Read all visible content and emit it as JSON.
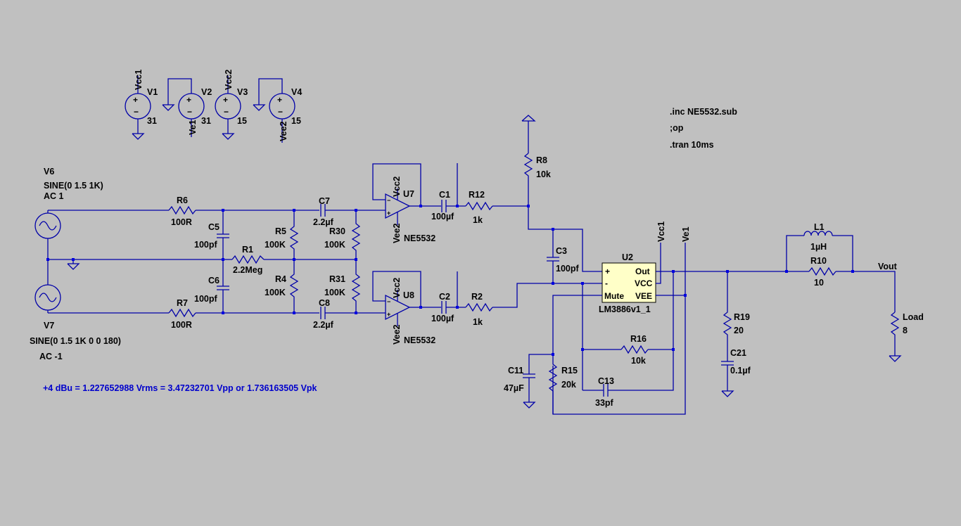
{
  "sources": {
    "v1": {
      "name": "V1",
      "value": "31",
      "net": "Vcc1"
    },
    "v2": {
      "name": "V2",
      "value": "31",
      "net": "Ve1"
    },
    "v3": {
      "name": "V3",
      "value": "15",
      "net": "Vcc2"
    },
    "v4": {
      "name": "V4",
      "value": "15",
      "net": "Vee2"
    },
    "v6": {
      "name": "V6",
      "line1": "SINE(0 1.5 1K)",
      "line2": "AC 1"
    },
    "v7": {
      "name": "V7",
      "line1": "SINE(0 1.5 1K 0 0 180)",
      "line2": "AC -1"
    }
  },
  "directives": {
    "inc": ".inc NE5532.sub",
    "op": ";op",
    "tran": ".tran 10ms"
  },
  "note": "+4 dBu = 1.227652988 Vrms = 3.47232701 Vpp or 1.736163505 Vpk",
  "components": {
    "R6": {
      "name": "R6",
      "value": "100R"
    },
    "R7": {
      "name": "R7",
      "value": "100R"
    },
    "C5": {
      "name": "C5",
      "value": "100pf"
    },
    "C6": {
      "name": "C6",
      "value": "100pf"
    },
    "R1": {
      "name": "R1",
      "value": "2.2Meg"
    },
    "R5": {
      "name": "R5",
      "value": "100K"
    },
    "R4": {
      "name": "R4",
      "value": "100K"
    },
    "C7": {
      "name": "C7",
      "value": "2.2µf"
    },
    "C8": {
      "name": "C8",
      "value": "2.2µf"
    },
    "R30": {
      "name": "R30",
      "value": "100K"
    },
    "R31": {
      "name": "R31",
      "value": "100K"
    },
    "U7": {
      "name": "U7",
      "value": "NE5532",
      "vcc": "Vcc2",
      "vee": "Vee2"
    },
    "U8": {
      "name": "U8",
      "value": "NE5532",
      "vcc": "Vcc2",
      "vee": "Vee2"
    },
    "C1": {
      "name": "C1",
      "value": "100µf"
    },
    "C2": {
      "name": "C2",
      "value": "100µf"
    },
    "R12": {
      "name": "R12",
      "value": "1k"
    },
    "R2": {
      "name": "R2",
      "value": "1k"
    },
    "R8": {
      "name": "R8",
      "value": "10k"
    },
    "C3": {
      "name": "C3",
      "value": "100pf"
    },
    "U2": {
      "name": "U2",
      "value": "LM3886v1_1",
      "pin_plus": "+",
      "pin_minus": "-",
      "pin_mute": "Mute",
      "pin_out": "Out",
      "pin_vcc": "VCC",
      "pin_vee": "VEE"
    },
    "C11": {
      "name": "C11",
      "value": "47µF"
    },
    "R15": {
      "name": "R15",
      "value": "20k"
    },
    "R16": {
      "name": "R16",
      "value": "10k"
    },
    "C13": {
      "name": "C13",
      "value": "33pf"
    },
    "R19": {
      "name": "R19",
      "value": "20"
    },
    "C21": {
      "name": "C21",
      "value": "0.1µf"
    },
    "L1": {
      "name": "L1",
      "value": "1µH"
    },
    "R10": {
      "name": "R10",
      "value": "10"
    },
    "Load": {
      "name": "Load",
      "value": "8"
    }
  },
  "nets": {
    "vout": "Vout",
    "vcc1": "Vcc1",
    "ve1": "Ve1"
  },
  "colors": {
    "background": "#c0c0c0",
    "wire": "#0000a8",
    "junction": "#0000e0",
    "note": "#0000cc",
    "chip_fill": "#ffffc8"
  }
}
